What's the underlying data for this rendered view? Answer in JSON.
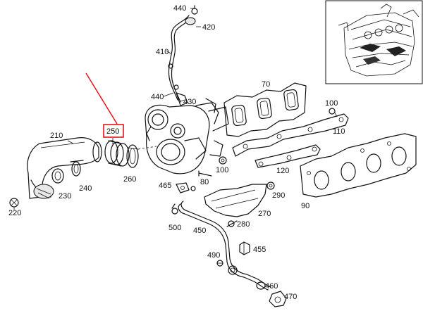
{
  "diagram": {
    "highlight_color": "#e3151b",
    "highlighted_part": "250",
    "parts": [
      {
        "id": "440a",
        "label": "440"
      },
      {
        "id": "420",
        "label": "420"
      },
      {
        "id": "410",
        "label": "410"
      },
      {
        "id": "440b",
        "label": "440"
      },
      {
        "id": "430",
        "label": "430"
      },
      {
        "id": "70",
        "label": "70"
      },
      {
        "id": "100a",
        "label": "100"
      },
      {
        "id": "110",
        "label": "110"
      },
      {
        "id": "210",
        "label": "210"
      },
      {
        "id": "250",
        "label": "250"
      },
      {
        "id": "260",
        "label": "260"
      },
      {
        "id": "240",
        "label": "240"
      },
      {
        "id": "230",
        "label": "230"
      },
      {
        "id": "220",
        "label": "220"
      },
      {
        "id": "100b",
        "label": "100"
      },
      {
        "id": "120",
        "label": "120"
      },
      {
        "id": "80",
        "label": "80"
      },
      {
        "id": "465",
        "label": "465"
      },
      {
        "id": "290",
        "label": "290"
      },
      {
        "id": "90",
        "label": "90"
      },
      {
        "id": "270",
        "label": "270"
      },
      {
        "id": "500",
        "label": "500"
      },
      {
        "id": "280",
        "label": "280"
      },
      {
        "id": "450",
        "label": "450"
      },
      {
        "id": "455",
        "label": "455"
      },
      {
        "id": "490",
        "label": "490"
      },
      {
        "id": "460",
        "label": "460"
      },
      {
        "id": "470",
        "label": "470"
      }
    ]
  }
}
